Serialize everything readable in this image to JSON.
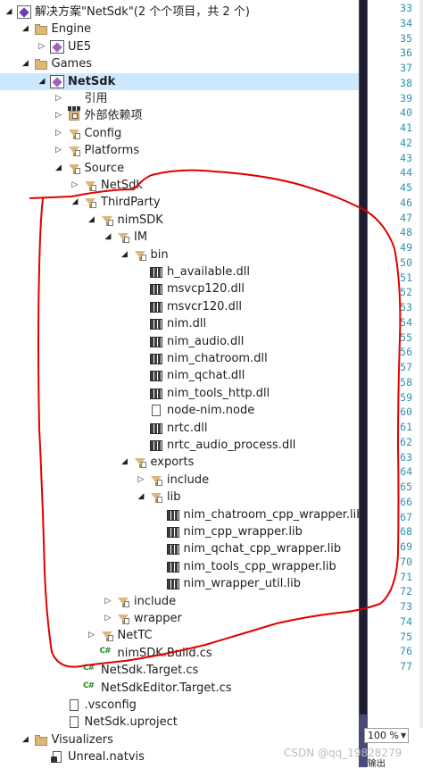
{
  "solution_explorer": {
    "rows": [
      {
        "depth": 0,
        "expander": "expanded",
        "icon": "solution-icon",
        "label": "解决方案\"NetSdk\"(2 个个项目，共 2 个)",
        "selected": false,
        "bold": false
      },
      {
        "depth": 1,
        "expander": "expanded",
        "icon": "folder-icon",
        "label": "Engine",
        "selected": false,
        "bold": false
      },
      {
        "depth": 2,
        "expander": "collapsed",
        "icon": "project-icon",
        "label": "UE5",
        "selected": false,
        "bold": false
      },
      {
        "depth": 1,
        "expander": "expanded",
        "icon": "folder-icon",
        "label": "Games",
        "selected": false,
        "bold": false
      },
      {
        "depth": 2,
        "expander": "expanded",
        "icon": "project-icon",
        "label": "NetSdk",
        "selected": true,
        "bold": true
      },
      {
        "depth": 3,
        "expander": "collapsed",
        "icon": "references-icon",
        "label": "引用",
        "selected": false,
        "bold": false
      },
      {
        "depth": 3,
        "expander": "collapsed",
        "icon": "external-deps-icon",
        "label": "外部依赖项",
        "selected": false,
        "bold": false
      },
      {
        "depth": 3,
        "expander": "collapsed",
        "icon": "filter-folder-icon",
        "label": "Config",
        "selected": false,
        "bold": false
      },
      {
        "depth": 3,
        "expander": "collapsed",
        "icon": "filter-folder-icon",
        "label": "Platforms",
        "selected": false,
        "bold": false
      },
      {
        "depth": 3,
        "expander": "expanded",
        "icon": "filter-folder-icon",
        "label": "Source",
        "selected": false,
        "bold": false
      },
      {
        "depth": 4,
        "expander": "collapsed",
        "icon": "filter-folder-icon",
        "label": "NetSdk",
        "selected": false,
        "bold": false
      },
      {
        "depth": 4,
        "expander": "expanded",
        "icon": "filter-folder-icon",
        "label": "ThirdParty",
        "selected": false,
        "bold": false
      },
      {
        "depth": 5,
        "expander": "expanded",
        "icon": "filter-folder-icon",
        "label": "nimSDK",
        "selected": false,
        "bold": false
      },
      {
        "depth": 6,
        "expander": "expanded",
        "icon": "filter-folder-icon",
        "label": "IM",
        "selected": false,
        "bold": false
      },
      {
        "depth": 7,
        "expander": "expanded",
        "icon": "filter-folder-icon",
        "label": "bin",
        "selected": false,
        "bold": false
      },
      {
        "depth": 8,
        "expander": "none",
        "icon": "dll-icon",
        "label": "h_available.dll",
        "selected": false,
        "bold": false
      },
      {
        "depth": 8,
        "expander": "none",
        "icon": "dll-icon",
        "label": "msvcp120.dll",
        "selected": false,
        "bold": false
      },
      {
        "depth": 8,
        "expander": "none",
        "icon": "dll-icon",
        "label": "msvcr120.dll",
        "selected": false,
        "bold": false
      },
      {
        "depth": 8,
        "expander": "none",
        "icon": "dll-icon",
        "label": "nim.dll",
        "selected": false,
        "bold": false
      },
      {
        "depth": 8,
        "expander": "none",
        "icon": "dll-icon",
        "label": "nim_audio.dll",
        "selected": false,
        "bold": false
      },
      {
        "depth": 8,
        "expander": "none",
        "icon": "dll-icon",
        "label": "nim_chatroom.dll",
        "selected": false,
        "bold": false
      },
      {
        "depth": 8,
        "expander": "none",
        "icon": "dll-icon",
        "label": "nim_qchat.dll",
        "selected": false,
        "bold": false
      },
      {
        "depth": 8,
        "expander": "none",
        "icon": "dll-icon",
        "label": "nim_tools_http.dll",
        "selected": false,
        "bold": false
      },
      {
        "depth": 8,
        "expander": "none",
        "icon": "file-icon",
        "label": "node-nim.node",
        "selected": false,
        "bold": false
      },
      {
        "depth": 8,
        "expander": "none",
        "icon": "dll-icon",
        "label": "nrtc.dll",
        "selected": false,
        "bold": false
      },
      {
        "depth": 8,
        "expander": "none",
        "icon": "dll-icon",
        "label": "nrtc_audio_process.dll",
        "selected": false,
        "bold": false
      },
      {
        "depth": 7,
        "expander": "expanded",
        "icon": "filter-folder-icon",
        "label": "exports",
        "selected": false,
        "bold": false
      },
      {
        "depth": 8,
        "expander": "collapsed",
        "icon": "filter-folder-icon",
        "label": "include",
        "selected": false,
        "bold": false
      },
      {
        "depth": 8,
        "expander": "expanded",
        "icon": "filter-folder-icon",
        "label": "lib",
        "selected": false,
        "bold": false
      },
      {
        "depth": 9,
        "expander": "none",
        "icon": "dll-icon",
        "label": "nim_chatroom_cpp_wrapper.lib",
        "selected": false,
        "bold": false
      },
      {
        "depth": 9,
        "expander": "none",
        "icon": "dll-icon",
        "label": "nim_cpp_wrapper.lib",
        "selected": false,
        "bold": false
      },
      {
        "depth": 9,
        "expander": "none",
        "icon": "dll-icon",
        "label": "nim_qchat_cpp_wrapper.lib",
        "selected": false,
        "bold": false
      },
      {
        "depth": 9,
        "expander": "none",
        "icon": "dll-icon",
        "label": "nim_tools_cpp_wrapper.lib",
        "selected": false,
        "bold": false
      },
      {
        "depth": 9,
        "expander": "none",
        "icon": "dll-icon",
        "label": "nim_wrapper_util.lib",
        "selected": false,
        "bold": false
      },
      {
        "depth": 6,
        "expander": "collapsed",
        "icon": "filter-folder-icon",
        "label": "include",
        "selected": false,
        "bold": false
      },
      {
        "depth": 6,
        "expander": "collapsed",
        "icon": "filter-folder-icon",
        "label": "wrapper",
        "selected": false,
        "bold": false
      },
      {
        "depth": 5,
        "expander": "collapsed",
        "icon": "filter-folder-icon",
        "label": "NetTC",
        "selected": false,
        "bold": false
      },
      {
        "depth": 5,
        "expander": "none",
        "icon": "csharp-file-icon",
        "label": "nimSDK.Build.cs",
        "selected": false,
        "bold": false
      },
      {
        "depth": 4,
        "expander": "none",
        "icon": "csharp-file-icon",
        "label": "NetSdk.Target.cs",
        "selected": false,
        "bold": false
      },
      {
        "depth": 4,
        "expander": "none",
        "icon": "csharp-file-icon",
        "label": "NetSdkEditor.Target.cs",
        "selected": false,
        "bold": false
      },
      {
        "depth": 3,
        "expander": "none",
        "icon": "file-icon",
        "label": ".vsconfig",
        "selected": false,
        "bold": false
      },
      {
        "depth": 3,
        "expander": "none",
        "icon": "file-icon",
        "label": "NetSdk.uproject",
        "selected": false,
        "bold": false
      },
      {
        "depth": 1,
        "expander": "expanded",
        "icon": "folder-icon",
        "label": "Visualizers",
        "selected": false,
        "bold": false
      },
      {
        "depth": 2,
        "expander": "none",
        "icon": "natvis-icon",
        "label": "Unreal.natvis",
        "selected": false,
        "bold": false
      }
    ]
  },
  "editor": {
    "line_numbers": [
      "33",
      "34",
      "35",
      "36",
      "37",
      "38",
      "39",
      "40",
      "41",
      "42",
      "43",
      "44",
      "45",
      "46",
      "47",
      "48",
      "49",
      "50",
      "51",
      "52",
      "53",
      "54",
      "55",
      "56",
      "57",
      "58",
      "59",
      "60",
      "61",
      "62",
      "63",
      "64",
      "65",
      "66",
      "67",
      "68",
      "69",
      "70",
      "71",
      "72",
      "73",
      "74",
      "75",
      "76",
      "77"
    ],
    "zoom_label": "100 %",
    "output_tab_label": "输出"
  },
  "watermark": "CSDN @qq_19828279",
  "colors": {
    "selection": "#cce8ff",
    "line_number": "#2b91af",
    "annotation_stroke": "#e00000",
    "scrollbar": "#4a4a7a"
  }
}
